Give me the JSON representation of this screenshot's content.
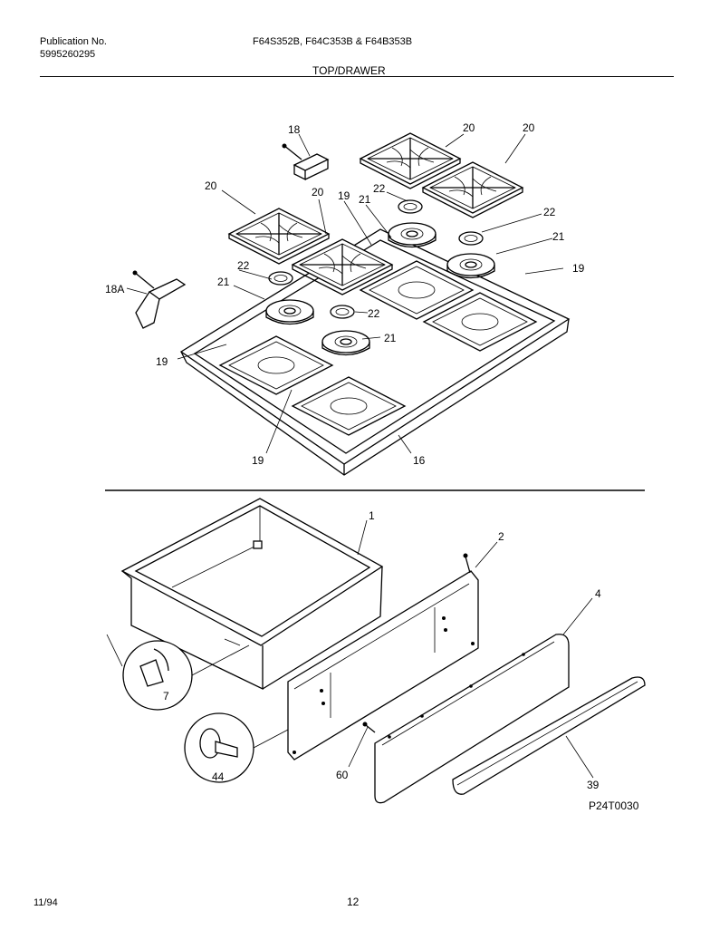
{
  "header": {
    "publication_label": "Publication No.",
    "publication_number": "5995260295",
    "models": "F64S352B, F64C353B & F64B353B",
    "section_title": "TOP/DRAWER"
  },
  "callouts": {
    "c1": "1",
    "c2": "2",
    "c4": "4",
    "c7": "7",
    "c16": "16",
    "c18": "18",
    "c18a": "18A",
    "c19a": "19",
    "c19b": "19",
    "c19c": "19",
    "c19d": "19",
    "c20a": "20",
    "c20b": "20",
    "c20c": "20",
    "c20d": "20",
    "c21a": "21",
    "c21b": "21",
    "c21c": "21",
    "c21d": "21",
    "c22a": "22",
    "c22b": "22",
    "c22c": "22",
    "c22d": "22",
    "c39": "39",
    "c44": "44",
    "c60": "60"
  },
  "drawing_code": "P24T0030",
  "footer": {
    "date": "11/94",
    "page": "12"
  }
}
